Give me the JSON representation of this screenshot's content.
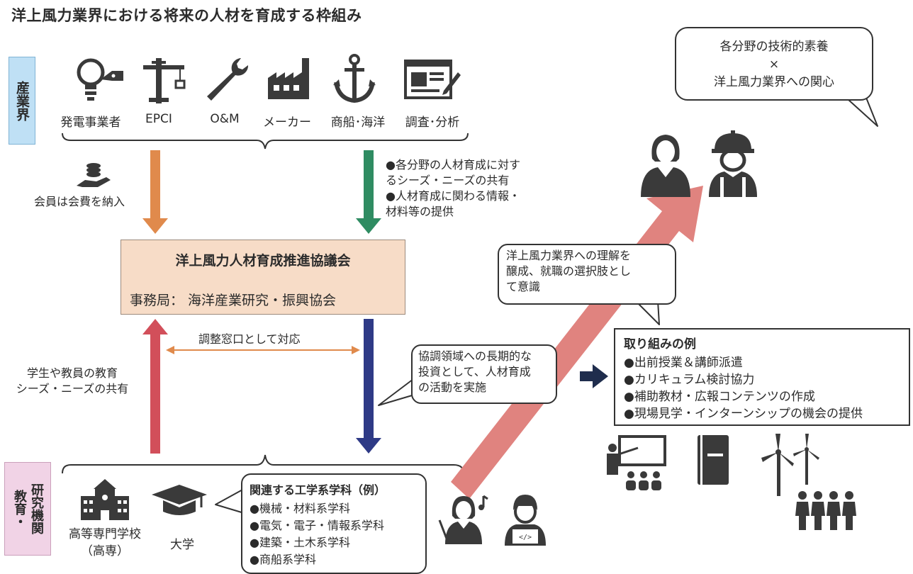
{
  "title": "洋上風力業界における将来の人材を育成する枠組み",
  "industry": {
    "label": "産業界",
    "sectors": [
      "発電事業者",
      "EPCI",
      "O&M",
      "メーカー",
      "商船･海洋",
      "調査･分析"
    ]
  },
  "membership_fee": "会員は会費を納入",
  "industry_support": [
    "●各分野の人材育成に対す",
    "るシーズ・ニーズの共有",
    "●人材育成に関わる情報・",
    "材料等の提供"
  ],
  "council": {
    "name": "洋上風力人材育成推進協議会",
    "office": "事務局： 海洋産業研究・振興協会"
  },
  "coordination": "調整窓口として対応",
  "student_needs": [
    "学生や教員の教育",
    "シーズ・ニーズの共有"
  ],
  "investment": [
    "協調領域への長期的な",
    "投資として、人材育成",
    "の活動を実施"
  ],
  "understanding": [
    "洋上風力業界への理解を",
    "醸成、就職の選択肢とし",
    "て意識"
  ],
  "goal": [
    "各分野の技術的素養",
    "×",
    "洋上風力業界への関心"
  ],
  "examples": {
    "title": "取り組みの例",
    "items": [
      "●出前授業＆講師派遣",
      "●カリキュラム検討協力",
      "●補助教材・広報コンテンツの作成",
      "●現場見学・インターンシップの機会の提供"
    ]
  },
  "education": {
    "label_col1": "教育・",
    "label_col2": "研究機関",
    "kosen": [
      "高等専門学校",
      "（高専）"
    ],
    "university": "大学"
  },
  "departments": {
    "title": "関連する工学系学科（例）",
    "items": [
      "●機械・材料系学科",
      "●電気・電子・情報系学科",
      "●建築・土木系学科",
      "●商船系学科"
    ]
  },
  "colors": {
    "industry_bg": "#bfe0f5",
    "education_bg": "#f1d3e6",
    "council_bg": "#f7dcc7",
    "orange_arrow": "#e08a4c",
    "green_arrow": "#2f8c62",
    "red_arrow": "#d24f5a",
    "navy_arrow": "#2e3a86",
    "big_arrow": "#e0837f",
    "dark_arrow": "#1f2d4d"
  }
}
